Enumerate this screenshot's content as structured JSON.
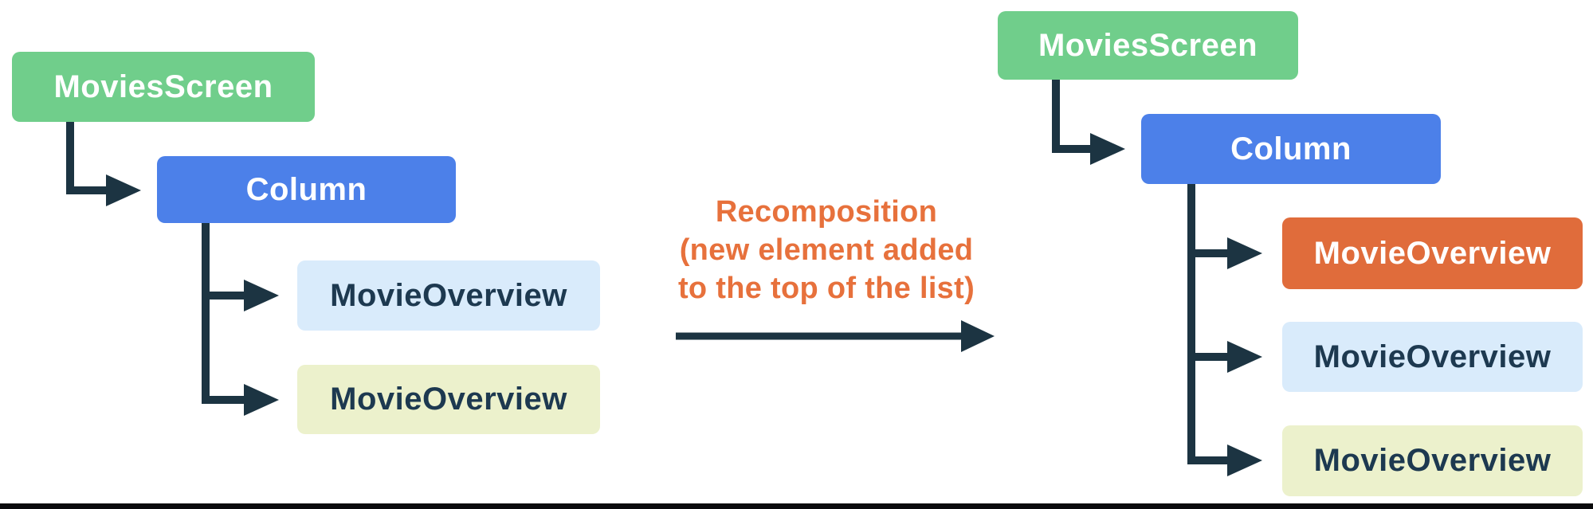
{
  "diagram": {
    "title_hint": "Compose recomposition tree diagram",
    "before_tree": {
      "root": {
        "label": "MoviesScreen",
        "color_key": "green"
      },
      "column": {
        "label": "Column",
        "color_key": "blue"
      },
      "children": [
        {
          "label": "MovieOverview",
          "color_key": "light_blue"
        },
        {
          "label": "MovieOverview",
          "color_key": "pale_yellow"
        }
      ]
    },
    "transition": {
      "caption_lines": [
        "Recomposition",
        "(new element added",
        "to the top of the list)"
      ]
    },
    "after_tree": {
      "root": {
        "label": "MoviesScreen",
        "color_key": "green"
      },
      "column": {
        "label": "Column",
        "color_key": "blue"
      },
      "children": [
        {
          "label": "MovieOverview",
          "color_key": "orange_box",
          "note": "newly added element"
        },
        {
          "label": "MovieOverview",
          "color_key": "light_blue"
        },
        {
          "label": "MovieOverview",
          "color_key": "pale_yellow"
        }
      ]
    },
    "colors": {
      "green": "#70CE8B",
      "blue": "#4C80E9",
      "light_blue": "#D9EBFB",
      "pale_yellow": "#ECF1CC",
      "orange_box": "#E06C3B",
      "navy": "#1C3442",
      "node_text_dark": "#1D3950",
      "caption_orange": "#E7713C",
      "bottom_bar": "#0A0A0C"
    }
  }
}
